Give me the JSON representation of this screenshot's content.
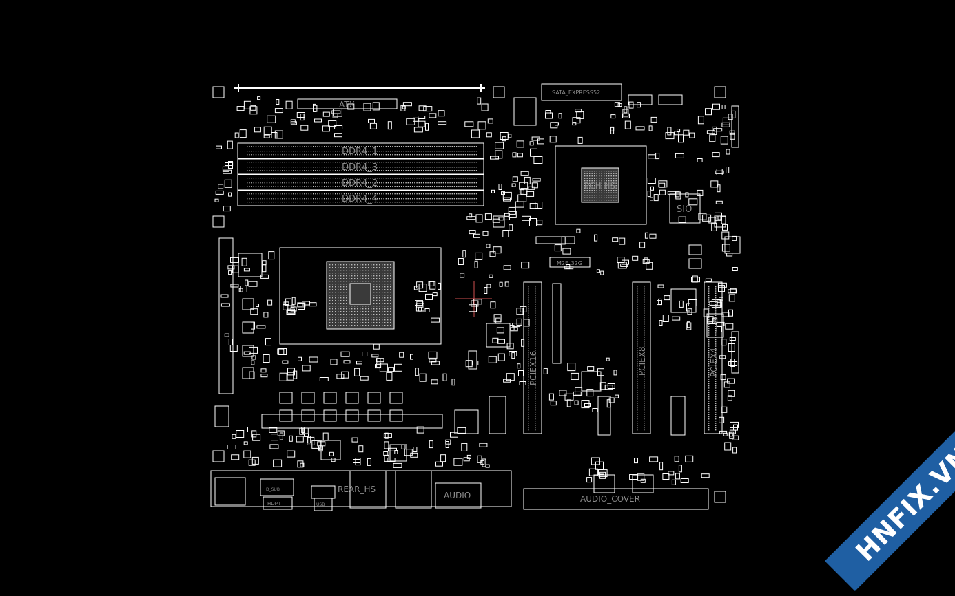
{
  "labels": {
    "atx": "ATX",
    "sata": "SATA_EXPRESS52",
    "ddr4_1": "DDR4_1",
    "ddr4_3": "DDR4_3",
    "ddr4_2": "DDR4_2",
    "ddr4_4": "DDR4_4",
    "pch": "PCH HS",
    "sio": "SIO",
    "m2f": "M2F_32G",
    "pciex16": "PCIEX16",
    "pciex8": "PCIEX8",
    "pciex4": "PCIEX4",
    "rear_hs": "REAR_HS",
    "audio": "AUDIO",
    "audio_cover": "AUDIO_COVER",
    "hdmi": "HDMI",
    "vga": "D_SUB",
    "usb": "USB"
  },
  "watermark": {
    "text": "HNFIX.VN"
  },
  "colors": {
    "background": "#000000",
    "line": "#ffffff",
    "text": "#8a8a8a",
    "ribbon": "#1f5fa3"
  }
}
